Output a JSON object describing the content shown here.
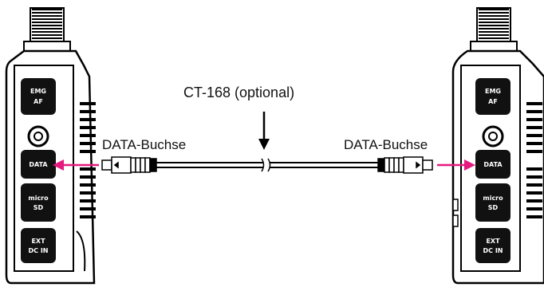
{
  "cable": {
    "label": "CT-168 (optional)"
  },
  "left_radio": {
    "port_label": "DATA-Buchse",
    "keys": {
      "emg_line1": "EMG",
      "emg_line2": "AF",
      "data": "DATA",
      "microsd_line1": "micro",
      "microsd_line2": "SD",
      "ext_line1": "EXT",
      "ext_line2": "DC IN"
    }
  },
  "right_radio": {
    "port_label": "DATA-Buchse",
    "keys": {
      "emg_line1": "EMG",
      "emg_line2": "AF",
      "data": "DATA",
      "microsd_line1": "micro",
      "microsd_line2": "SD",
      "ext_line1": "EXT",
      "ext_line2": "DC IN"
    }
  },
  "colors": {
    "arrow": "#e6197f",
    "outline": "#000000",
    "key_fill": "#111111"
  }
}
